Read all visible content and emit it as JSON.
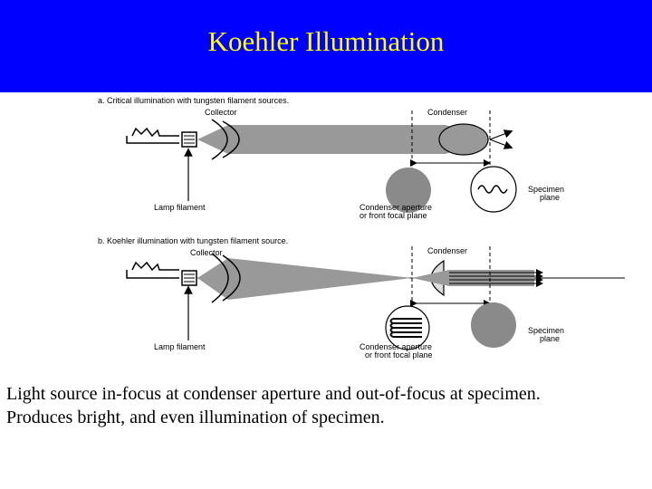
{
  "slide": {
    "title": "Koehler Illumination",
    "colors": {
      "title_bar": "#0000ff",
      "title_text": "#ffff00",
      "beam": "#999999",
      "disc": "#8a8a8a"
    }
  },
  "diagram": {
    "panel_a": {
      "heading": "a. Critical illumination with tungsten filament sources.",
      "collector_label": "Collector",
      "condenser_label": "Condenser",
      "lamp_filament_label": "Lamp filament",
      "aperture_label_line1": "Condenser aperture",
      "aperture_label_line2": "or front focal plane",
      "specimen_label_line1": "Specimen",
      "specimen_label_line2": "plane"
    },
    "panel_b": {
      "heading": "b. Koehler illumination with tungsten filament source.",
      "collector_label": "Collector",
      "condenser_label": "Condenser",
      "lamp_filament_label": "Lamp filament",
      "aperture_label_line1": "Condenser aperture",
      "aperture_label_line2": "or front focal plane",
      "specimen_label_line1": "Specimen",
      "specimen_label_line2": "plane"
    }
  },
  "caption": {
    "line1": "Light source in-focus at condenser aperture and out-of-focus at specimen.",
    "line2": "Produces bright, and even illumination of specimen."
  }
}
